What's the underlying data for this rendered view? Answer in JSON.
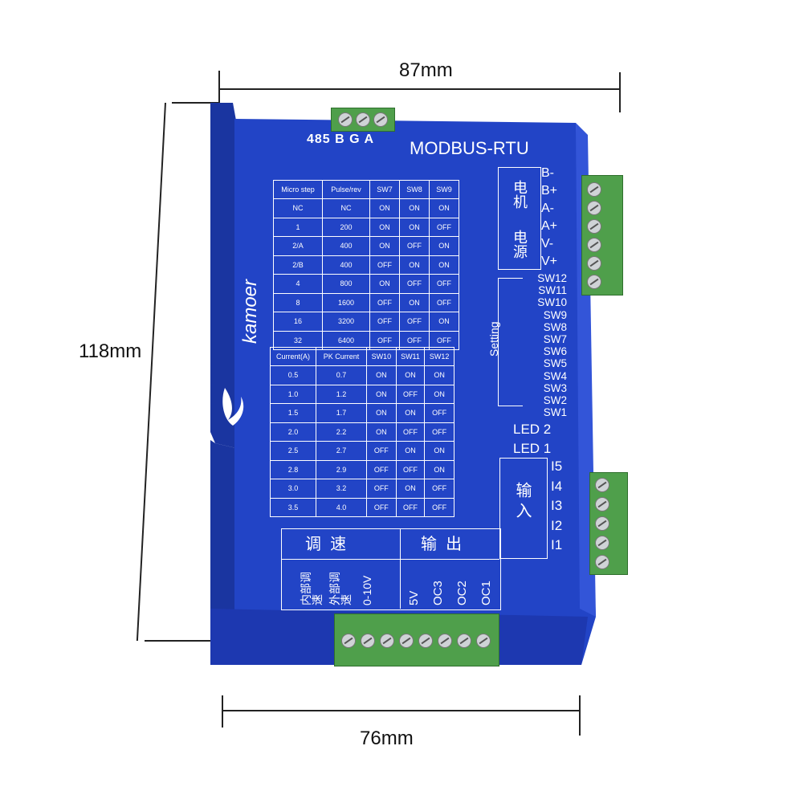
{
  "dimensions": {
    "width": "87mm",
    "height": "118mm",
    "bottom": "76mm"
  },
  "board": {
    "top_label": "485 B G A",
    "protocol": "MODBUS-RTU",
    "brand": "kamoer",
    "motor_label": "电机",
    "power_label": "电源",
    "motor_pins": [
      "B-",
      "B+",
      "A-",
      "A+",
      "V-",
      "V+"
    ],
    "setting_label": "Setting",
    "switches": [
      "SW12",
      "SW11",
      "SW10",
      "SW9",
      "SW8",
      "SW7",
      "SW6",
      "SW5",
      "SW4",
      "SW3",
      "SW2",
      "SW1"
    ],
    "leds": [
      "LED 2",
      "LED 1"
    ],
    "input_label": "输  入",
    "inputs": [
      "I5",
      "I4",
      "I3",
      "I2",
      "I1"
    ],
    "speed_label": "调  速",
    "output_label": "输  出",
    "bottom_pins": [
      "内部调速",
      "外部调速",
      "0-10V",
      "5V",
      "OC3",
      "OC2",
      "OC1"
    ]
  },
  "microstep_table": {
    "headers": [
      "Micro step",
      "Pulse/rev",
      "SW7",
      "SW8",
      "SW9"
    ],
    "rows": [
      [
        "NC",
        "NC",
        "ON",
        "ON",
        "ON"
      ],
      [
        "1",
        "200",
        "ON",
        "ON",
        "OFF"
      ],
      [
        "2/A",
        "400",
        "ON",
        "OFF",
        "ON"
      ],
      [
        "2/B",
        "400",
        "OFF",
        "ON",
        "ON"
      ],
      [
        "4",
        "800",
        "ON",
        "OFF",
        "OFF"
      ],
      [
        "8",
        "1600",
        "OFF",
        "ON",
        "OFF"
      ],
      [
        "16",
        "3200",
        "OFF",
        "OFF",
        "ON"
      ],
      [
        "32",
        "6400",
        "OFF",
        "OFF",
        "OFF"
      ]
    ]
  },
  "current_table": {
    "headers": [
      "Current(A)",
      "PK Current",
      "SW10",
      "SW11",
      "SW12"
    ],
    "rows": [
      [
        "0.5",
        "0.7",
        "ON",
        "ON",
        "ON"
      ],
      [
        "1.0",
        "1.2",
        "ON",
        "OFF",
        "ON"
      ],
      [
        "1.5",
        "1.7",
        "ON",
        "ON",
        "OFF"
      ],
      [
        "2.0",
        "2.2",
        "ON",
        "OFF",
        "OFF"
      ],
      [
        "2.5",
        "2.7",
        "OFF",
        "ON",
        "ON"
      ],
      [
        "2.8",
        "2.9",
        "OFF",
        "OFF",
        "ON"
      ],
      [
        "3.0",
        "3.2",
        "OFF",
        "ON",
        "OFF"
      ],
      [
        "3.5",
        "4.0",
        "OFF",
        "OFF",
        "OFF"
      ]
    ]
  },
  "colors": {
    "plate": "#2244c6",
    "plate_dark": "#1a35a0",
    "terminal": "#4f9f4b"
  }
}
